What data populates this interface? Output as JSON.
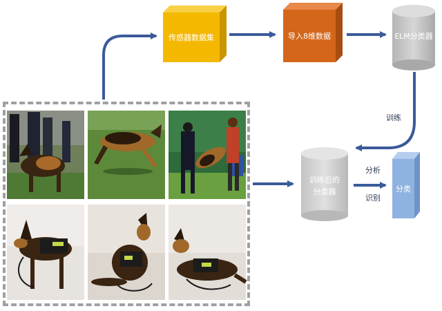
{
  "nodes": {
    "sensor_collection": "传感器数据集",
    "import_data": "导入8维数据",
    "elm_classifier": "ELM分类器",
    "trained_classifier_line1": "训练后的",
    "trained_classifier_line2": "分类器",
    "classify": "分类"
  },
  "edges": {
    "train": "训练",
    "analyze": "分析",
    "recognize": "识别"
  },
  "colors": {
    "sensor_box": "#F5B800",
    "import_box": "#D4661A",
    "elm_cylinder": "#C0C0C0",
    "trained_cylinder": "#C8C8C8",
    "classify_box": "#8FB3E0",
    "arrow": "#3A5A9A",
    "photo_border": "#A0A0A0"
  },
  "photos": [
    {
      "name": "dog-photo-1",
      "description_icon": "german-shepherd-with-handler"
    },
    {
      "name": "dog-photo-2",
      "description_icon": "german-shepherd-running"
    },
    {
      "name": "dog-photo-3",
      "description_icon": "german-shepherd-attack-training"
    },
    {
      "name": "dog-photo-4",
      "description_icon": "german-shepherd-with-vest"
    },
    {
      "name": "dog-photo-5",
      "description_icon": "german-shepherd-sitting-vest"
    },
    {
      "name": "dog-photo-6",
      "description_icon": "german-shepherd-lying-vest"
    }
  ]
}
